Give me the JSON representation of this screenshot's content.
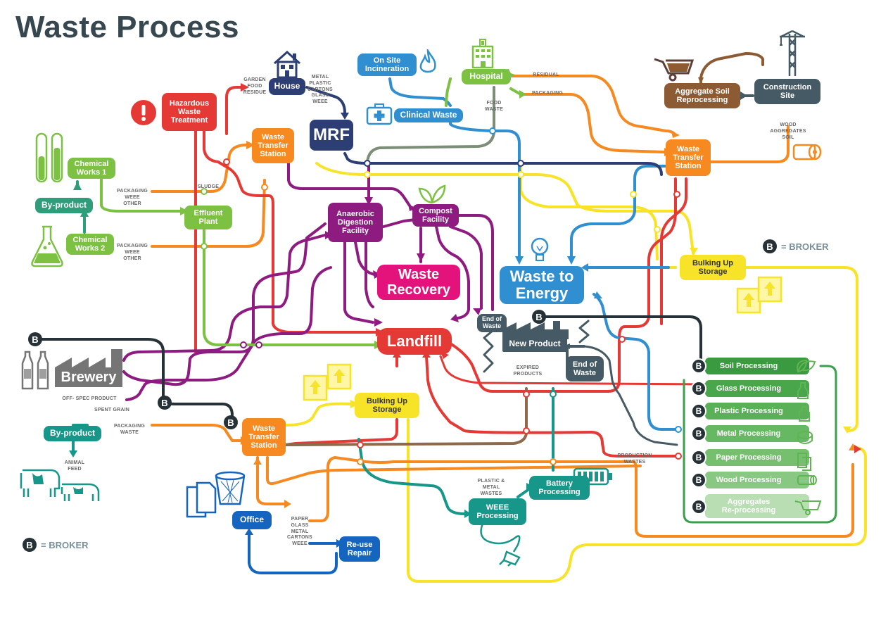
{
  "title": "Waste Process",
  "legend": {
    "badge": "B",
    "text": "= BROKER"
  },
  "colors": {
    "red": "#e53935",
    "orange": "#f6891f",
    "purple": "#8e1b80",
    "blue": "#2f8fd0",
    "navy": "#2c3e73",
    "green": "#7cc142",
    "teal": "#17968a",
    "dark": "#455a64",
    "yellow": "#f7e428",
    "pink": "#e4137b",
    "brown": "#8d5b33",
    "proc_green": "#5fb552"
  },
  "nodes": {
    "hazardous": "Hazardous\nWaste\nTreatment",
    "house": "House",
    "mrf": "MRF",
    "wts_top_left": "Waste\nTransfer\nStation",
    "chemical_works_1": "Chemical\nWorks 1",
    "by_product_top": "By-product",
    "chemical_works_2": "Chemical\nWorks 2",
    "effluent_plant": "Effluent\nPlant",
    "on_site_incineration": "On Site\nIncineration",
    "clinical_waste": "Clinical Waste",
    "hospital": "Hospital",
    "anaerobic": "Anaerobic\nDigestion\nFacility",
    "compost": "Compost\nFacility",
    "waste_recovery": "Waste\nRecovery",
    "landfill": "Landfill",
    "waste_to_energy": "Waste to\nEnergy",
    "aggregate_soil": "Aggregate Soil\nReprocessing",
    "construction_site": "Construction\nSite",
    "wts_top_right": "Waste\nTransfer\nStation",
    "bulking_up_right": "Bulking Up\nStorage",
    "end_of_waste_small": "End of\nWaste",
    "new_product": "New Product",
    "end_of_waste": "End of\nWaste",
    "brewery": "Brewery",
    "by_product_bottom": "By-product",
    "wts_bottom": "Waste\nTransfer\nStation",
    "bulking_up_mid": "Bulking Up\nStorage",
    "office": "Office",
    "reuse_repair": "Re-use\nRepair",
    "weee_processing": "WEEE\nProcessing",
    "battery_processing": "Battery\nProcessing"
  },
  "processing": [
    "Soil Processing",
    "Glass Processing",
    "Plastic Processing",
    "Metal Processing",
    "Paper Processing",
    "Wood Processing",
    "Aggregates\nRe-processing"
  ],
  "labels": {
    "garden": "GARDEN\nFOOD\nRESIDUE",
    "metal_house": "METAL\nPLASTIC\nCARTONS\nGLASS\nWEEE",
    "sludge": "SLUDGE",
    "packaging_1": "PACKAGING\nWEEE\nOTHER",
    "packaging_2": "PACKAGING\nWEEE\nOTHER",
    "residual": "RESIDUAL",
    "packaging_hosp": "PACKAGING",
    "food_waste": "FOOD\nWASTE",
    "wood_agg": "WOOD\nAGGREGATES\nSOIL",
    "expired": "EXPIRED\nPRODUCTS",
    "off_spec": "OFF- SPEC PRODUCT",
    "spent_grain": "SPENT GRAIN",
    "packaging_waste": "PACKAGING\nWASTE",
    "animal_feed": "ANIMAL\nFEED",
    "production_wastes": "PRODUCTION\nWASTES",
    "plastic_metal": "PLASTIC &\nMETAL\nWASTES",
    "paper_office": "PAPER\nGLASS\nMETAL\nCARTONS\nWEEE"
  },
  "icons": [
    "alert-icon",
    "house-icon",
    "flame-icon",
    "clinical-case-icon",
    "hospital-icon",
    "test-tubes-icon",
    "flask-icon",
    "leaf-icon",
    "lightbulb-icon",
    "wheelbarrow-icon",
    "crane-icon",
    "log-icon",
    "boxes-icon",
    "factory-icon",
    "bottles-icon",
    "cows-icon",
    "documents-icon",
    "bin-icon",
    "battery-icon",
    "plug-icon"
  ]
}
